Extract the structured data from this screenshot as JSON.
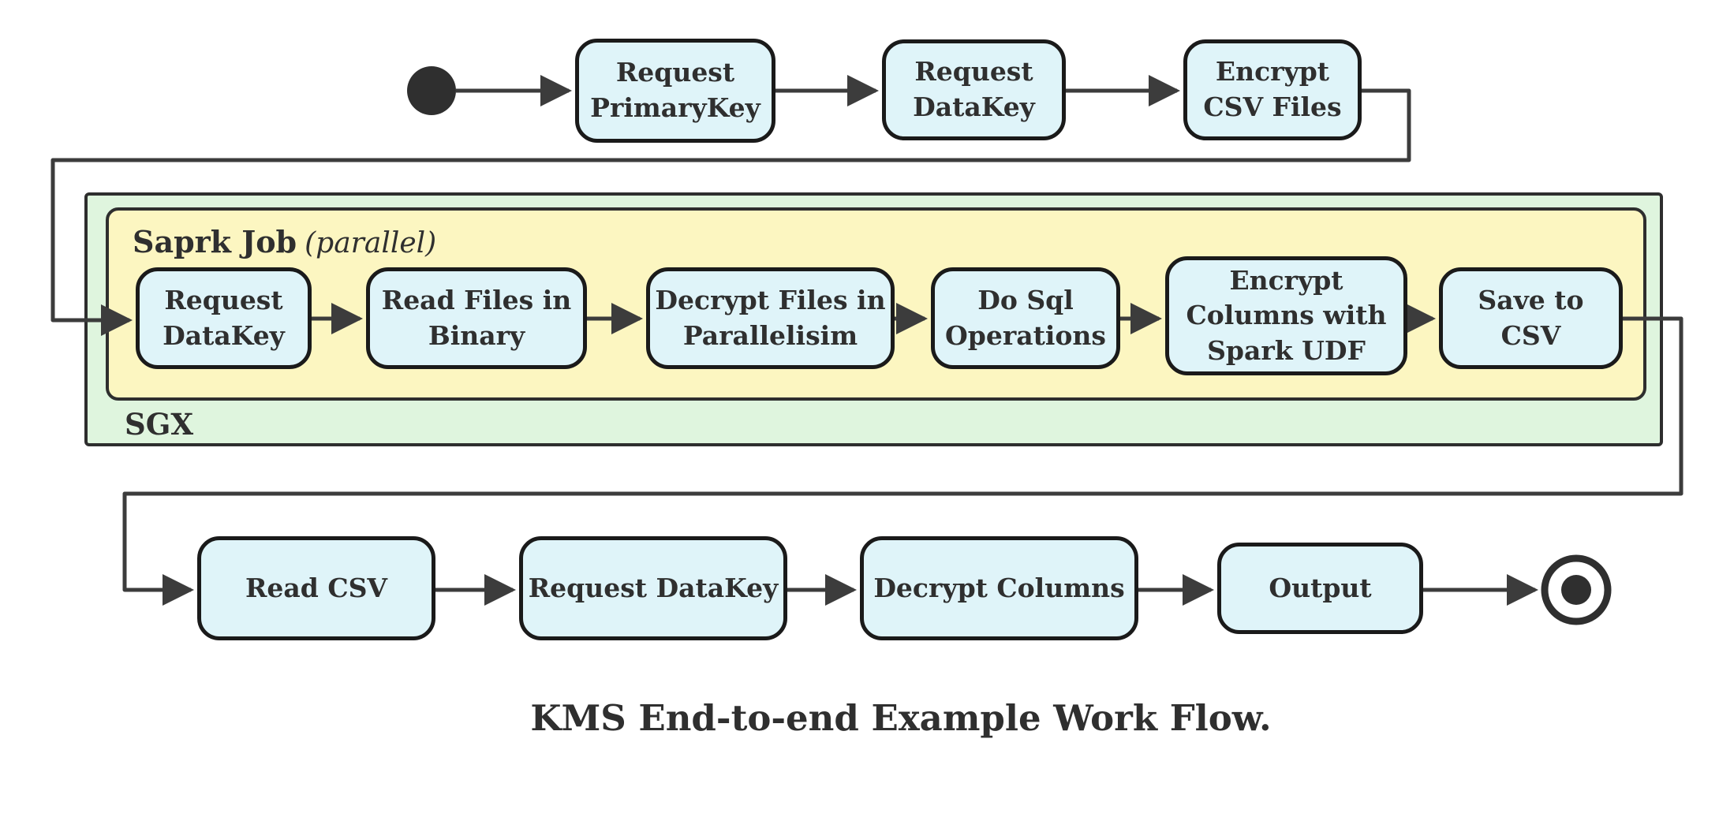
{
  "caption": "KMS End-to-end Example Work Flow.",
  "colors": {
    "node_fill": "#dff4f9",
    "node_border": "#1a1a1a",
    "sgx_fill": "#dff5de",
    "spark_fill": "#fcf6c1",
    "group_border": "#2e2e2e",
    "line": "#3c3c3c",
    "text": "#2f2f2f"
  },
  "containers": {
    "sgx": {
      "label": "SGX"
    },
    "spark": {
      "label": "Saprk Job",
      "mode": "(parallel)"
    }
  },
  "icons": {
    "start": "start-state-dot",
    "end": "end-state-bullseye"
  },
  "rows": {
    "top": [
      {
        "label": "Request\nPrimaryKey"
      },
      {
        "label": "Request\nDataKey"
      },
      {
        "label": "Encrypt\nCSV Files"
      }
    ],
    "spark": [
      {
        "label": "Request\nDataKey"
      },
      {
        "label": "Read Files in\nBinary"
      },
      {
        "label": "Decrypt Files in\nParallelisim"
      },
      {
        "label": "Do Sql\nOperations"
      },
      {
        "label": "Encrypt\nColumns with\nSpark UDF"
      },
      {
        "label": "Save to CSV"
      }
    ],
    "bottom": [
      {
        "label": "Read CSV"
      },
      {
        "label": "Request DataKey"
      },
      {
        "label": "Decrypt Columns"
      },
      {
        "label": "Output"
      }
    ]
  }
}
